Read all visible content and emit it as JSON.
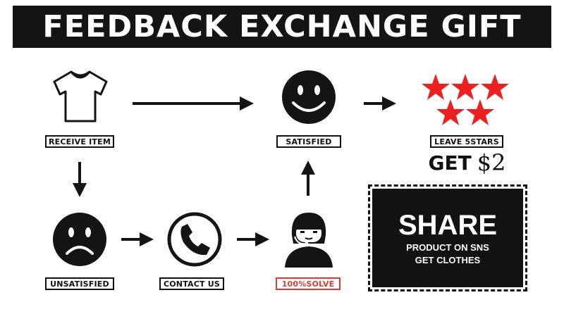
{
  "banner": {
    "title": "FEEDBACK EXCHANGE GIFT"
  },
  "steps": {
    "receive": "RECEIVE ITEM",
    "satisfied": "SATISFIED",
    "leave": "LEAVE 5STARS",
    "unsatisfied": "UNSATISFIED",
    "contact": "CONTACT US",
    "solve": "100%SOLVE"
  },
  "reward": {
    "get": "GET",
    "amount": "$2"
  },
  "share": {
    "title": "SHARE",
    "line1": "PRODUCT ON SNS",
    "line2": "GET CLOTHES"
  },
  "colors": {
    "ink": "#141414",
    "star": "#ee1f1f",
    "accent": "#e23a2e"
  },
  "icons": [
    "t-shirt-icon",
    "smiley-icon",
    "star-icon",
    "sad-face-icon",
    "phone-icon",
    "support-agent-icon"
  ]
}
